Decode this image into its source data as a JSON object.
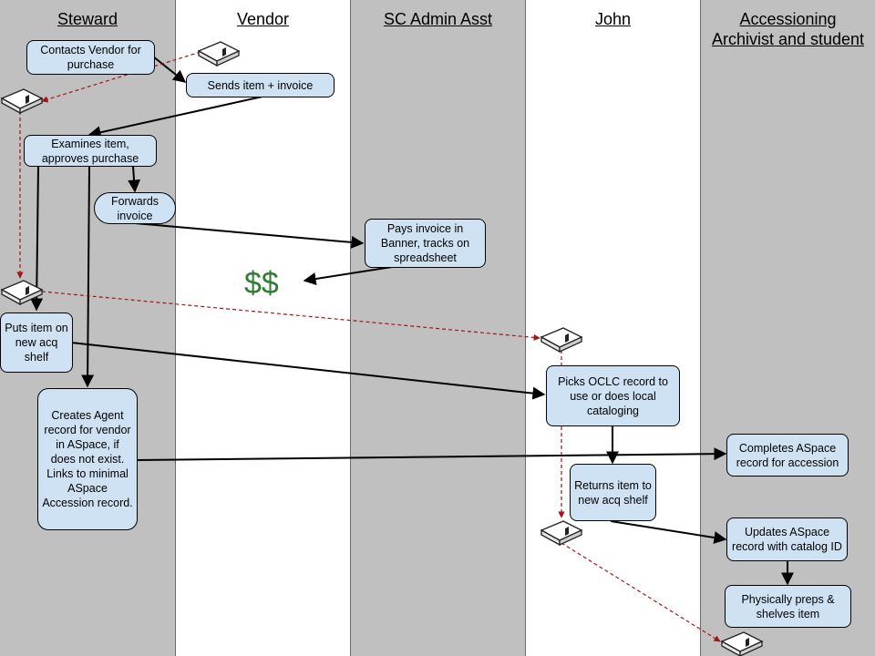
{
  "lanes": [
    {
      "id": "steward",
      "title": "Steward"
    },
    {
      "id": "vendor",
      "title": "Vendor"
    },
    {
      "id": "sc-admin",
      "title": "SC Admin Asst"
    },
    {
      "id": "john",
      "title": "John"
    },
    {
      "id": "accessioning",
      "title": "Accessioning\nArchivist and student"
    }
  ],
  "nodes": {
    "contacts_vendor": "Contacts Vendor for purchase",
    "sends_item": "Sends  item + invoice",
    "examines_item": "Examines item, approves purchase",
    "forwards_invoice": "Forwards invoice",
    "pays_invoice": "Pays invoice in Banner, tracks on spreadsheet",
    "money": "$$",
    "puts_item": "Puts item on new acq shelf",
    "creates_agent": "Creates Agent record for vendor in ASpace, if does not exist. Links to minimal ASpace Accession record.",
    "picks_oclc": "Picks  OCLC record to use or does local cataloging",
    "returns_item": "Returns item to new acq shelf",
    "completes_aspace": "Completes ASpace record for accession",
    "updates_aspace": "Updates ASpace record with catalog ID",
    "physically_preps": "Physically preps & shelves item"
  },
  "colors": {
    "lane_gray": "#c0c0c0",
    "box_fill": "#cfe2f3",
    "solid_arrow": "#000000",
    "dashed_arrow": "#a31515",
    "money": "#2e7d32"
  },
  "icons": [
    "book-icon"
  ]
}
